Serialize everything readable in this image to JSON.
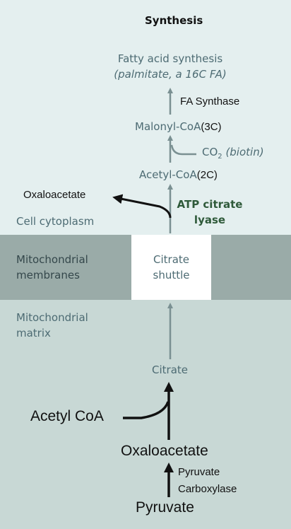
{
  "title": "Synthesis",
  "fatty_acid": {
    "line1": "Fatty acid synthesis",
    "line2": "(palmitate, a 16C FA)"
  },
  "fa_synthase": "FA Synthase",
  "malonyl": {
    "name": "Malonyl-CoA",
    "carbons": "(3C)"
  },
  "co2": {
    "base": "CO",
    "subscript": "2",
    "note": "(biotin)"
  },
  "acetyl_coa_cyto": {
    "name": "Acetyl-CoA",
    "carbons": "(2C)"
  },
  "oxaloacetate_cyto": "Oxaloacetate",
  "atp_citrate_lyase": {
    "line1": "ATP citrate",
    "line2": "lyase"
  },
  "regions": {
    "cytoplasm": "Cell cytoplasm",
    "membranes": {
      "line1": "Mitochondrial",
      "line2": "membranes"
    },
    "matrix": {
      "line1": "Mitochondrial",
      "line2": "matrix"
    }
  },
  "citrate_shuttle": {
    "line1": "Citrate",
    "line2": "shuttle"
  },
  "citrate": "Citrate",
  "acetyl_coa_matrix": "Acetyl CoA",
  "oxaloacetate_matrix": "Oxaloacetate",
  "pyruvate_carboxylase": {
    "line1": "Pyruvate",
    "line2": "Carboxylase"
  },
  "pyruvate": "Pyruvate",
  "colors": {
    "cytoplasm_bg": "#e4efef",
    "membrane_bg": "#9aaba8",
    "matrix_bg": "#c8d8d5",
    "arrow_gray": "#7a9092",
    "enzyme_green": "#2f5a3a",
    "label_teal": "#4d6b73"
  }
}
